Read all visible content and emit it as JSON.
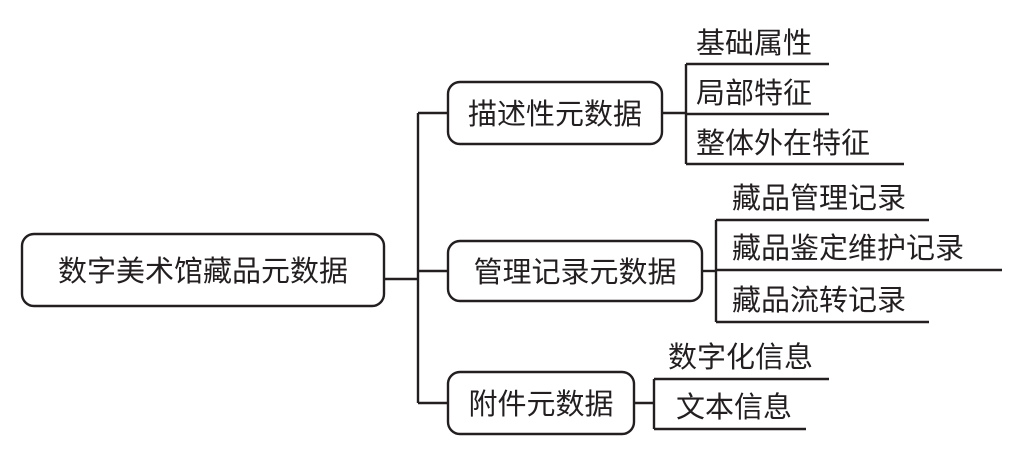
{
  "root": {
    "label": "数字美术馆藏品元数据"
  },
  "branches": [
    {
      "label": "描述性元数据",
      "leaves": [
        "基础属性",
        "局部特征",
        "整体外在特征"
      ]
    },
    {
      "label": "管理记录元数据",
      "leaves": [
        "藏品管理记录",
        "藏品鉴定维护记录",
        "藏品流转记录"
      ]
    },
    {
      "label": "附件元数据",
      "leaves": [
        "数字化信息",
        "文本信息"
      ]
    }
  ],
  "colors": {
    "line": "#231f20",
    "text": "#231f20",
    "background": "#ffffff"
  }
}
